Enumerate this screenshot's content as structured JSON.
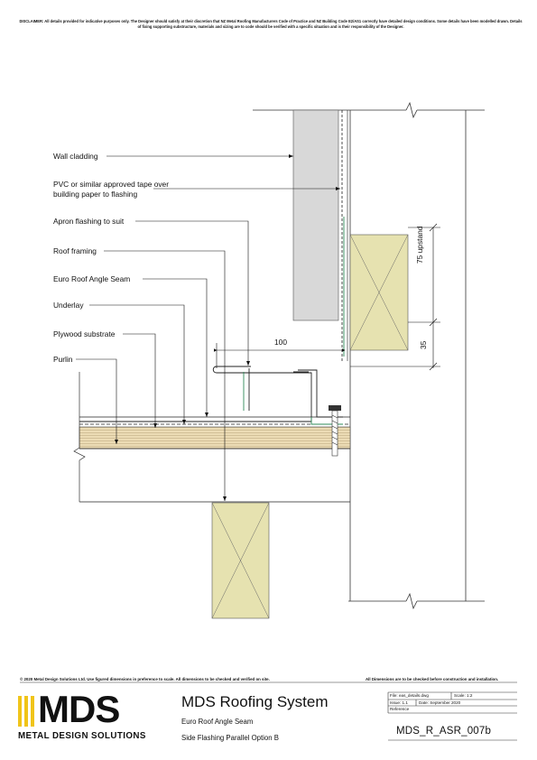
{
  "disclaimer": "DISCLAIMER: All details provided for indicative purposes only. The Designer should satisfy at their discretion that NZ Metal Roofing Manufacturers Code of Practice and NZ Building Code E2/AS1 correctly have detailed design conditions. Some details have been modelled drawn. Details of fixing supporting substructure, materials and sizing are to code should be verified with a specific situation and is their responsibility of the Designer.",
  "labels": {
    "wall_cladding": "Wall cladding",
    "pvc_tape_line1": "PVC or similar approved tape over",
    "pvc_tape_line2": "building paper to flashing",
    "apron_flashing": "Apron flashing to suit",
    "roof_framing": "Roof framing",
    "euro_roof": "Euro Roof Angle Seam",
    "underlay": "Underlay",
    "plywood": "Plywood substrate",
    "purlin": "Purlin"
  },
  "dimensions": {
    "horizontal": "100",
    "upstand": "75 upstand",
    "lower": "35"
  },
  "footer": {
    "copyright": "© 2020 Metal Design Solutions Ltd. Use figured dimensions in preference to scale. All dimensions to be checked and verified on site.",
    "verify": "All Dimensions are to be checked before construction and installation."
  },
  "title_block": {
    "company_short": "MDS",
    "company_full": "METAL DESIGN SOLUTIONS",
    "system": "MDS Roofing System",
    "product": "Euro Roof Angle Seam",
    "detail": "Side Flashing Parallel Option B",
    "file_label": "File: eas_details.dwg",
    "scale_label": "Scale: 1:2",
    "issue_label": "Issue: 1.1",
    "date_label": "Date: September 2020",
    "reference_label": "Reference",
    "code": "MDS_R_ASR_007b"
  }
}
